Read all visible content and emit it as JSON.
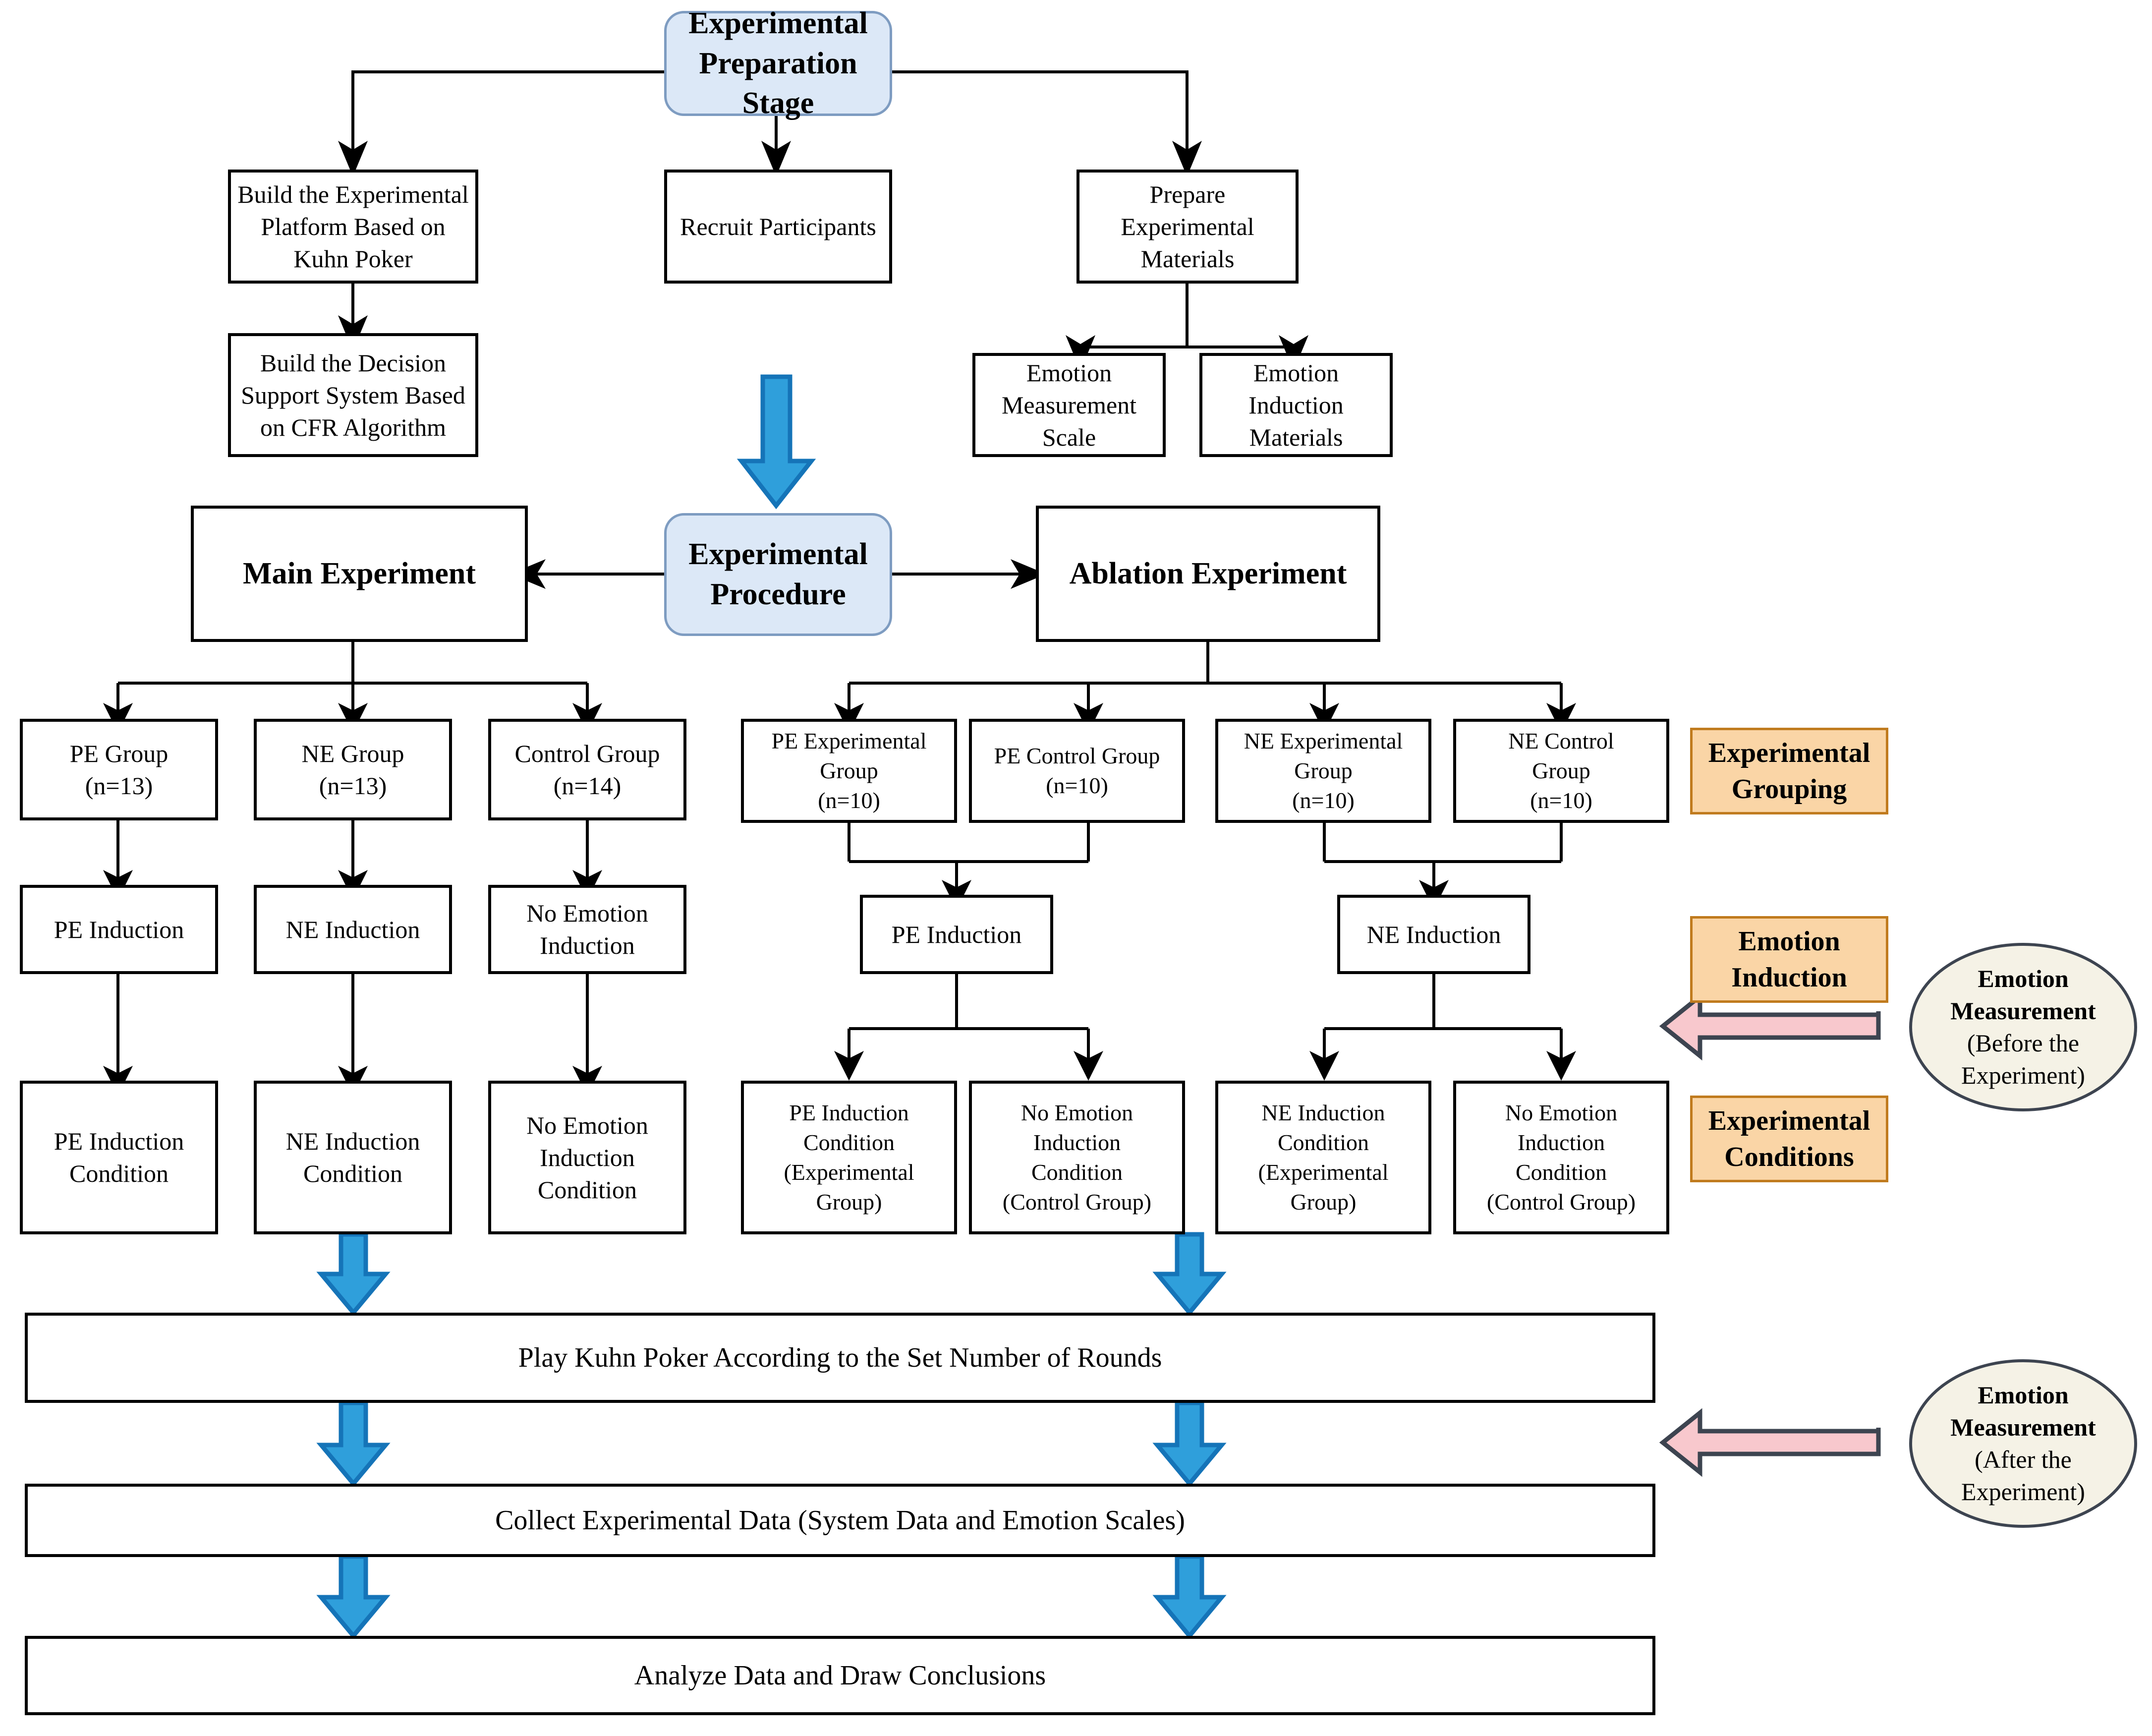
{
  "diagram": {
    "title_visible": false,
    "colors": {
      "blue_fill": "#dce8f7",
      "blue_border": "#7e9cc1",
      "orange_fill": "#fad5a6",
      "orange_border": "#c07b1e",
      "ellipse_fill": "#f5f2e6",
      "ellipse_border": "#3d4450",
      "arrow_blue_fill": "#2f9fdb",
      "arrow_blue_border": "#1574b8",
      "arrow_pink_fill": "#f8c8cd",
      "arrow_pink_border": "#3d4450",
      "box_border": "#000000",
      "box_fill": "#ffffff"
    },
    "nodes": {
      "prep_stage": "Experimental\nPreparation\nStage",
      "build_platform": "Build the Experimental\nPlatform Based on\nKuhn Poker",
      "build_dss": "Build the Decision\nSupport System Based\non CFR Algorithm",
      "recruit": "Recruit Participants",
      "prepare_materials": "Prepare\nExperimental\nMaterials",
      "emotion_scale": "Emotion\nMeasurement\nScale",
      "emotion_materials": "Emotion\nInduction\nMaterials",
      "procedure": "Experimental\nProcedure",
      "main_experiment": "Main Experiment",
      "ablation_experiment": "Ablation Experiment",
      "pe_group": "PE Group\n(n=13)",
      "ne_group": "NE Group\n(n=13)",
      "control_group": "Control Group\n(n=14)",
      "pe_exp_group": "PE Experimental\nGroup\n(n=10)",
      "pe_ctrl_group": "PE Control Group\n(n=10)",
      "ne_exp_group": "NE Experimental\nGroup\n(n=10)",
      "ne_ctrl_group": "NE Control\nGroup\n(n=10)",
      "pe_induction_main": "PE Induction",
      "ne_induction_main": "NE Induction",
      "no_induction_main": "No Emotion\nInduction",
      "pe_induction_abl": "PE Induction",
      "ne_induction_abl": "NE Induction",
      "pe_cond_main": "PE Induction\nCondition",
      "ne_cond_main": "NE Induction\nCondition",
      "no_cond_main": "No Emotion\nInduction\nCondition",
      "pe_cond_exp": "PE Induction\nCondition\n(Experimental\nGroup)",
      "pe_cond_ctrl": "No Emotion\nInduction\nCondition\n(Control Group)",
      "ne_cond_exp": "NE Induction\nCondition\n(Experimental\nGroup)",
      "ne_cond_ctrl": "No Emotion\nInduction\nCondition\n(Control Group)",
      "play_poker": "Play Kuhn Poker According to the Set Number of Rounds",
      "collect_data": "Collect Experimental Data (System Data and Emotion Scales)",
      "analyze_data": "Analyze Data and Draw Conclusions"
    },
    "side_labels": {
      "experimental_grouping": "Experimental\nGrouping",
      "emotion_induction": "Emotion\nInduction",
      "experimental_conditions": "Experimental\nConditions"
    },
    "callouts": {
      "measure_before_bold": "Emotion\nMeasurement",
      "measure_before_sub": "(Before the\nExperiment)",
      "measure_after_bold": "Emotion\nMeasurement",
      "measure_after_sub": "(After the\nExperiment)"
    }
  }
}
